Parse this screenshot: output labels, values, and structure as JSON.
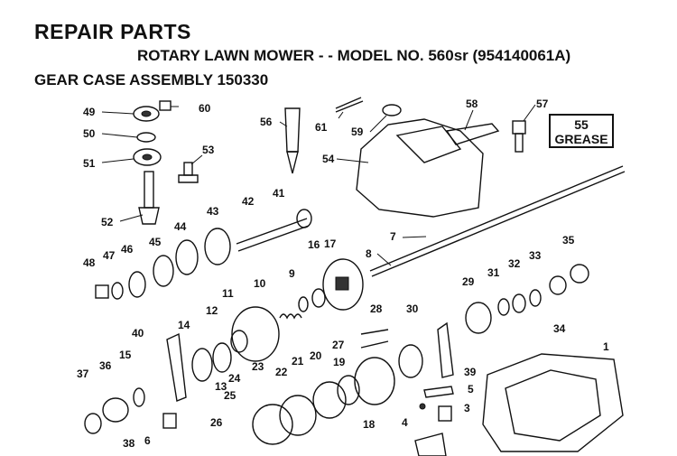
{
  "header": {
    "title": "REPAIR PARTS",
    "subtitle": "ROTARY LAWN MOWER - - MODEL NO. 560sr (954140061A)",
    "assembly": "GEAR CASE ASSEMBLY 150330"
  },
  "callout": {
    "number": "55",
    "text": "GREASE"
  },
  "part_numbers": [
    "1",
    "3",
    "4",
    "5",
    "6",
    "7",
    "8",
    "9",
    "10",
    "11",
    "12",
    "13",
    "14",
    "15",
    "16",
    "17",
    "18",
    "19",
    "20",
    "21",
    "22",
    "23",
    "24",
    "25",
    "26",
    "27",
    "28",
    "29",
    "30",
    "31",
    "32",
    "33",
    "34",
    "35",
    "36",
    "37",
    "38",
    "39",
    "40",
    "41",
    "42",
    "43",
    "44",
    "45",
    "46",
    "47",
    "48",
    "49",
    "50",
    "51",
    "52",
    "53",
    "54",
    "56",
    "57",
    "58",
    "59",
    "60",
    "61"
  ]
}
